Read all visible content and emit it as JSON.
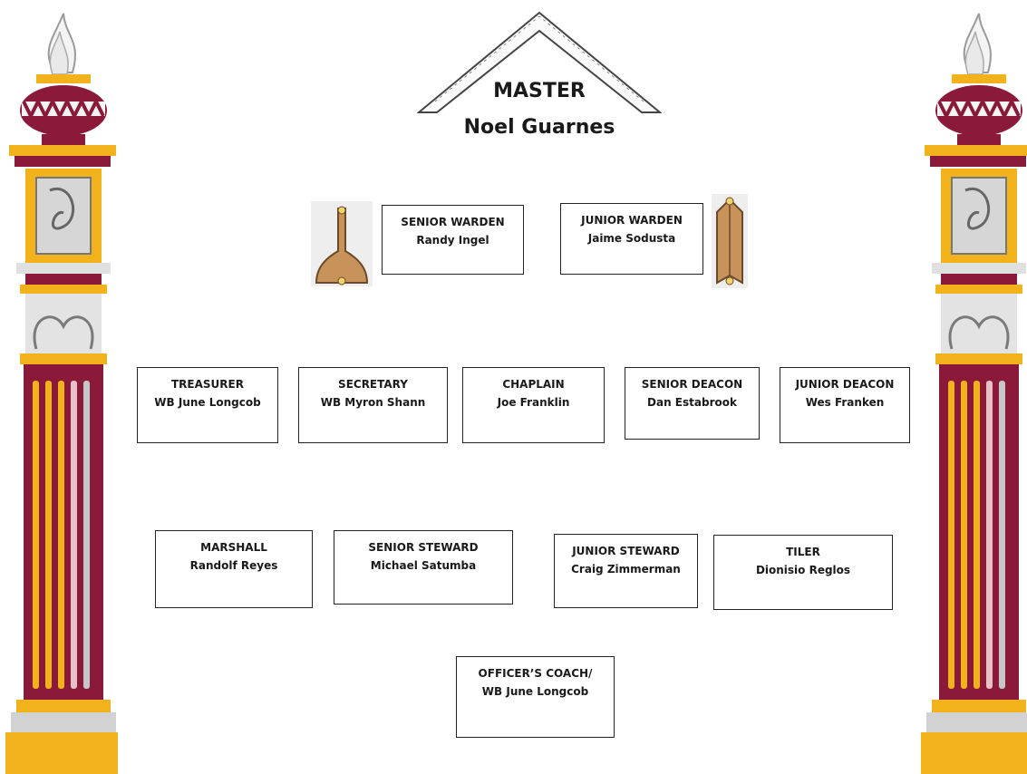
{
  "master": {
    "title": "MASTER",
    "name": "Noel Guarnes"
  },
  "officers": {
    "senior_warden": {
      "title": "SENIOR WARDEN",
      "name": "Randy Ingel"
    },
    "junior_warden": {
      "title": "JUNIOR WARDEN",
      "name": "Jaime Sodusta"
    },
    "treasurer": {
      "title": "TREASURER",
      "name": "WB June Longcob"
    },
    "secretary": {
      "title": "SECRETARY",
      "name": "WB Myron Shann"
    },
    "chaplain": {
      "title": "CHAPLAIN",
      "name": "Joe Franklin"
    },
    "senior_deacon": {
      "title": "SENIOR DEACON",
      "name": "Dan Estabrook"
    },
    "junior_deacon": {
      "title": "JUNIOR DEACON",
      "name": "Wes Franken"
    },
    "marshall": {
      "title": "MARSHALL",
      "name": "Randolf Reyes"
    },
    "senior_steward": {
      "title": "SENIOR STEWARD",
      "name": "Michael Satumba"
    },
    "junior_steward": {
      "title": "JUNIOR STEWARD",
      "name": "Craig Zimmerman"
    },
    "tiler": {
      "title": "TILER",
      "name": "Dionisio Reglos"
    },
    "officers_coach": {
      "title": "OFFICER’S COACH/",
      "name": "WB June Longcob"
    }
  },
  "icons": {
    "pillars": "flaming-pillar-icon",
    "square": "square-emblem-icon",
    "level": "level-icon",
    "plumb": "plumb-icon"
  },
  "colors": {
    "maroon": "#8b1a3a",
    "gold": "#f2b21c",
    "tan": "#c8935a",
    "stone": "#c9c9c9"
  }
}
